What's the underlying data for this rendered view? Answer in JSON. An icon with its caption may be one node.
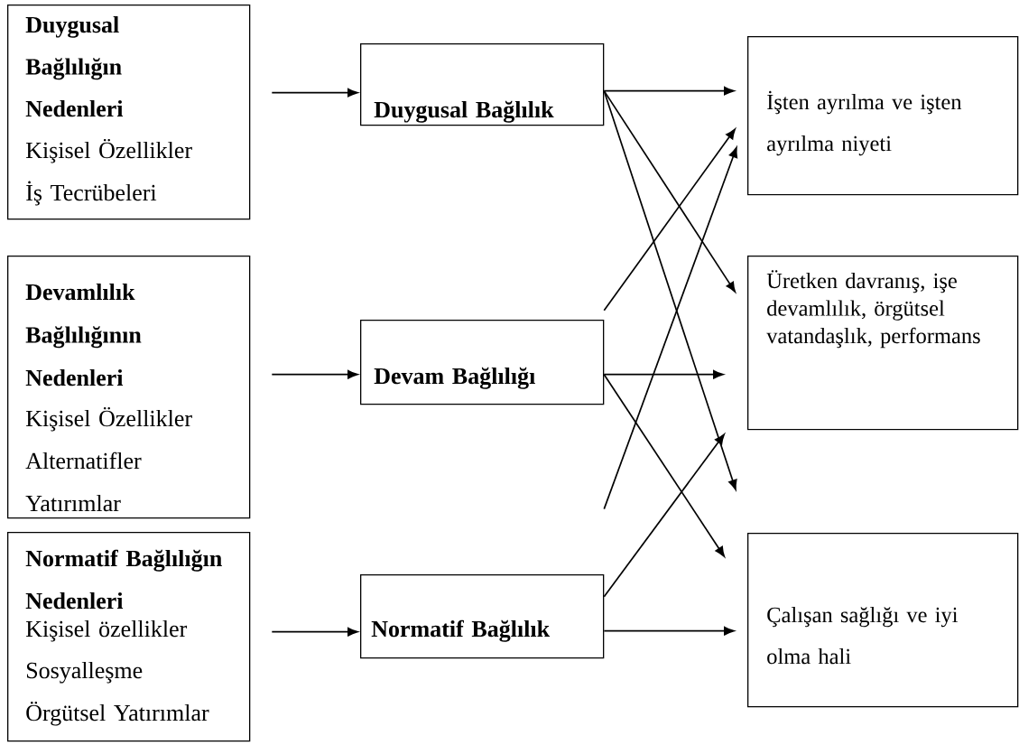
{
  "diagram": {
    "nodes": [
      {
        "text": [
          "Duygusal Bağlılığın Nedenleri",
          "Kişisel Özellikler",
          "İş Tecrübeleri"
        ]
      },
      {
        "text": [
          "Devamlılık Bağlılığının Nedenleri",
          "Kişisel Özellikler",
          "Alternatifler",
          "Yatırımlar"
        ]
      },
      {
        "text": [
          "Normatif Bağlılığın Nedenleri",
          "Kişisel özellikler",
          "Sosyalleşme",
          "Örgütsel Yatırımlar"
        ]
      },
      {
        "text": [
          "Duygusal Bağlılık"
        ]
      },
      {
        "text": [
          "Devam Bağlılığı"
        ]
      },
      {
        "text": [
          "Normatif Bağlılık"
        ]
      },
      {
        "text": [
          "İşten ayrılma ve işten ayrılma niyeti"
        ]
      },
      {
        "text": [
          "Üretken davranış, işe devamlılık, örgütsel vatandaşlık, performans"
        ]
      },
      {
        "text": [
          "Çalışan sağlığı ve iyi olma hali"
        ]
      }
    ],
    "edges": [
      {
        "from": 0,
        "to": 3,
        "arrow": "to"
      },
      {
        "from": 1,
        "to": 4,
        "arrow": "to"
      },
      {
        "from": 2,
        "to": 5,
        "arrow": "to"
      },
      {
        "from": 3,
        "to": 6,
        "arrow": "to"
      },
      {
        "from": 3,
        "to": 7,
        "arrow": "to"
      },
      {
        "from": 3,
        "to": null,
        "arrow": "to"
      },
      {
        "from": 4,
        "to": 6,
        "arrow": "to"
      },
      {
        "from": 5,
        "to": 6,
        "arrow": "to"
      },
      {
        "from": 4,
        "to": 7,
        "arrow": "to"
      },
      {
        "from": 4,
        "to": 8,
        "arrow": "to"
      },
      {
        "from": 5,
        "to": 7,
        "arrow": "to"
      },
      {
        "from": 5,
        "to": 8,
        "arrow": "to"
      }
    ]
  }
}
